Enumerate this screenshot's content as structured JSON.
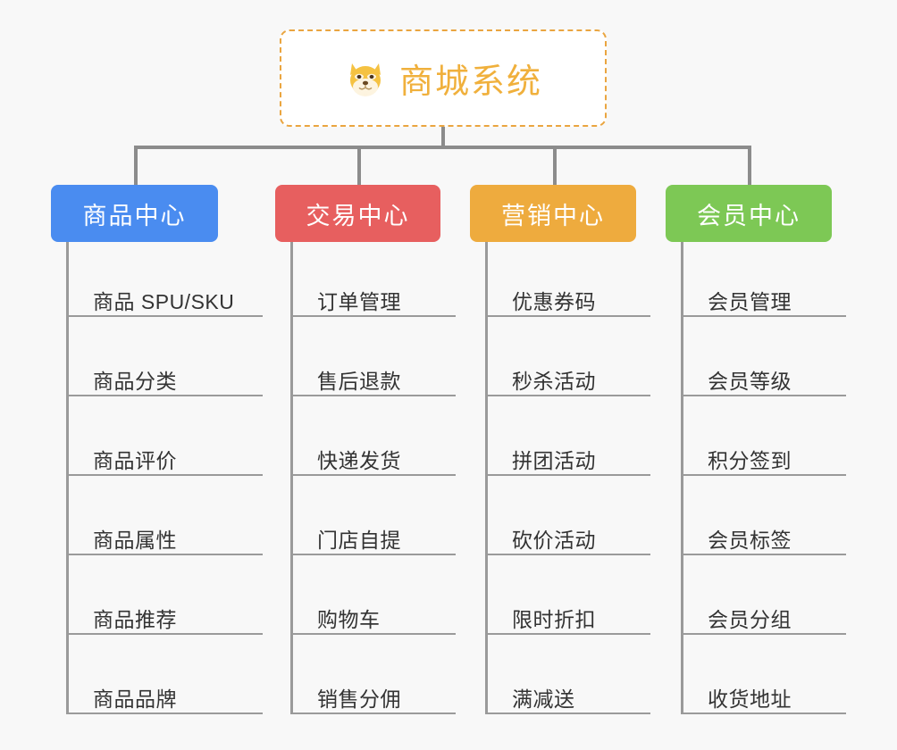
{
  "page": {
    "background_color": "#f8f8f8",
    "line_color": "#8c8c8c"
  },
  "root": {
    "title": "商城系统",
    "icon": "shiba-dog-face-emoji",
    "border_color": "#eaa540",
    "text_color": "#f0b03c",
    "background_color": "#ffffff"
  },
  "categories": [
    {
      "label": "商品中心",
      "color": "#4a8cf0",
      "items": [
        "商品 SPU/SKU",
        "商品分类",
        "商品评价",
        "商品属性",
        "商品推荐",
        "商品品牌"
      ]
    },
    {
      "label": "交易中心",
      "color": "#e75f5f",
      "items": [
        "订单管理",
        "售后退款",
        "快递发货",
        "门店自提",
        "购物车",
        "销售分佣"
      ]
    },
    {
      "label": "营销中心",
      "color": "#eeab3e",
      "items": [
        "优惠券码",
        "秒杀活动",
        "拼团活动",
        "砍价活动",
        "限时折扣",
        "满减送"
      ]
    },
    {
      "label": "会员中心",
      "color": "#7dc855",
      "items": [
        "会员管理",
        "会员等级",
        "积分签到",
        "会员标签",
        "会员分组",
        "收货地址"
      ]
    }
  ]
}
